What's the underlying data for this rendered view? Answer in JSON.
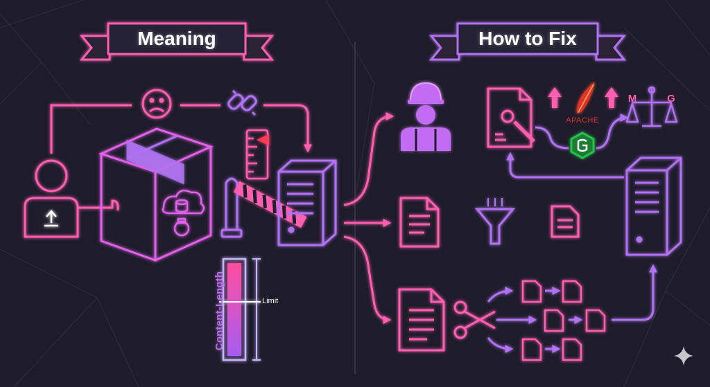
{
  "banners": {
    "meaning": "Meaning",
    "how_to_fix": "How to Fix"
  },
  "meter": {
    "axis_label": "Content-Length",
    "limit_label": "Limit"
  },
  "apache_label": "APACHE",
  "balance_labels": {
    "left": "M",
    "right": "G"
  },
  "colors": {
    "background": "#1e1c2a",
    "pink": "#ff5fb0",
    "purple": "#b072f0",
    "magenta": "#e060e8",
    "green": "#27c24c",
    "apache_red": "#e0332f"
  }
}
